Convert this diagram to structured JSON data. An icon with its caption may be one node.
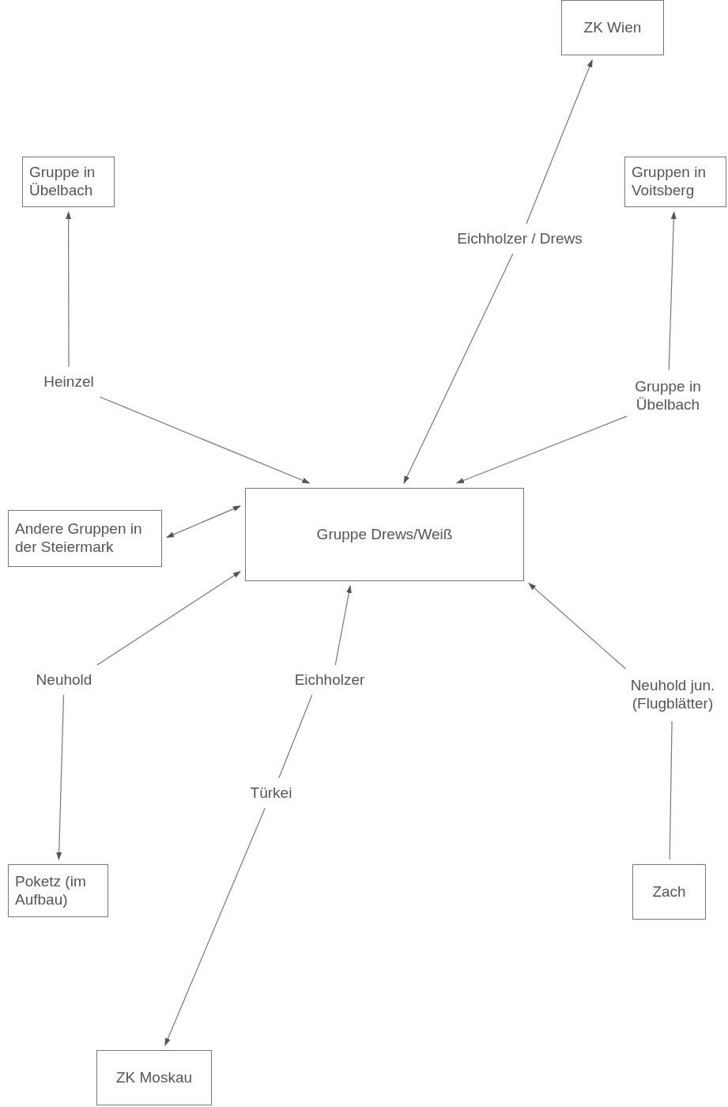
{
  "diagram": {
    "nodes": [
      {
        "text": [
          "ZK Wien"
        ]
      },
      {
        "text": [
          "Gruppe in Übelbach"
        ]
      },
      {
        "text": [
          "Gruppen in Voitsberg"
        ]
      },
      {
        "text": [
          "Eichholzer / Drews"
        ]
      },
      {
        "text": [
          "Heinzel"
        ]
      },
      {
        "text": [
          "Gruppe in Übelbach"
        ]
      },
      {
        "text": [
          "Andere Gruppen in der Steiermark"
        ]
      },
      {
        "text": [
          "Gruppe Drews/Weiß"
        ]
      },
      {
        "text": [
          "Neuhold"
        ]
      },
      {
        "text": [
          "Eichholzer"
        ]
      },
      {
        "text": [
          "Neuhold jun. (Flugblätter)"
        ]
      },
      {
        "text": [
          "Türkei"
        ]
      },
      {
        "text": [
          "Poketz (im Aufbau)"
        ]
      },
      {
        "text": [
          "Zach"
        ]
      },
      {
        "text": [
          "ZK Moskau"
        ]
      }
    ],
    "edges": [
      {
        "from": 4,
        "to": 1,
        "arrow": "to"
      },
      {
        "from": 4,
        "to": 7,
        "arrow": "to"
      },
      {
        "from": 3,
        "to": 0,
        "arrow": "to"
      },
      {
        "from": 3,
        "to": 7,
        "arrow": "to"
      },
      {
        "from": 5,
        "to": 2,
        "arrow": "to"
      },
      {
        "from": 5,
        "to": 7,
        "arrow": "to"
      },
      {
        "from": 6,
        "to": 7,
        "arrow": "both"
      },
      {
        "from": 8,
        "to": 7,
        "arrow": "to"
      },
      {
        "from": 8,
        "to": 12,
        "arrow": "to"
      },
      {
        "from": 9,
        "to": 7,
        "arrow": "to"
      },
      {
        "from": 11,
        "to": 9,
        "arrow": "none"
      },
      {
        "from": 11,
        "to": 14,
        "arrow": "to"
      },
      {
        "from": 10,
        "to": 7,
        "arrow": "to"
      },
      {
        "from": 13,
        "to": 10,
        "arrow": "none"
      }
    ]
  }
}
